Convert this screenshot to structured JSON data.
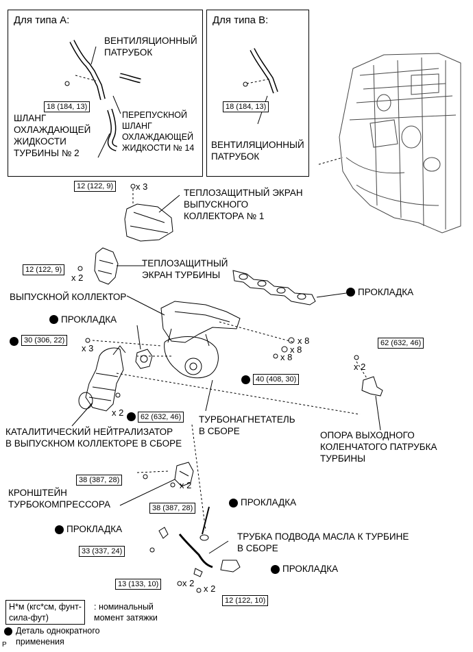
{
  "panel_a": {
    "title": "Для типа А:",
    "vent_hose": "ВЕНТИЛЯЦИОННЫЙ\nПАТРУБОК",
    "torque": "18 (184, 13)",
    "turbo_hose": "ШЛАНГ\nОХЛАЖДАЮЩЕЙ\nЖИДКОСТИ\nТУРБИНЫ № 2",
    "bypass_hose": "ПЕРЕПУСКНОЙ\nШЛАНГ\nОХЛАЖДАЮЩЕЙ\nЖИДКОСТИ № 14"
  },
  "panel_b": {
    "title": "Для типа В:",
    "torque": "18 (184, 13)",
    "vent_hose": "ВЕНТИЛЯЦИОННЫЙ\nПАТРУБОК"
  },
  "torques": {
    "t1": "12 (122, 9)",
    "t2": "12 (122, 9)",
    "t3": "30 (306, 22)",
    "t4": "40 (408, 30)",
    "t5": "62 (632, 46)",
    "t6": "62 (632, 46)",
    "t7": "38 (387, 28)",
    "t8": "38 (387, 28)",
    "t9": "33 (337, 24)",
    "t10": "13 (133, 10)",
    "t11": "12 (122, 10)"
  },
  "multipliers": {
    "m1": "x 3",
    "m2": "x 2",
    "m3": "x 3",
    "m4": "x 8",
    "m5": "x 8",
    "m6": "x 8",
    "m7": "x 2",
    "m8": "x 2",
    "m9": "x 2",
    "m10": "x 2",
    "m11": "x 2"
  },
  "labels": {
    "heat_shield_1": "ТЕПЛОЗАЩИТНЫЙ ЭКРАН\nВЫПУСКНОГО\nКОЛЛЕКТОРА № 1",
    "turbine_shield": "ТЕПЛОЗАЩИТНЫЙ\nЭКРАН ТУРБИНЫ",
    "exhaust_manifold": "ВЫПУСКНОЙ КОЛЛЕКТОР",
    "gasket_1": "ПРОКЛАДКА",
    "gasket_2": "ПРОКЛАДКА",
    "gasket_3": "ПРОКЛАДКА",
    "gasket_4": "ПРОКЛАДКА",
    "gasket_5": "ПРОКЛАДКА",
    "turbocharger": "ТУРБОНАГНЕТАТЕЛЬ\nВ СБОРЕ",
    "catalytic": "КАТАЛИТИЧЕСКИЙ НЕЙТРАЛИЗАТОР\nВ ВЫПУСКНОМ КОЛЛЕКТОРЕ В СБОРЕ",
    "outlet_support": "ОПОРА ВЫХОДНОГО\nКОЛЕНЧАТОГО ПАТРУБКА\nТУРБИНЫ",
    "bracket": "КРОНШТЕЙН\nТУРБОКОМПРЕССОРА",
    "oil_pipe": "ТРУБКА ПОДВОДА МАСЛА К ТУРБИНЕ\nВ СБОРЕ"
  },
  "legend": {
    "unit": "Н*м (кгс*см, фунт-\nсила-фут)",
    "unit_desc": ": номинальный\nмомент затяжки",
    "single_use": "Деталь однократного\nприменения",
    "code": "P"
  }
}
